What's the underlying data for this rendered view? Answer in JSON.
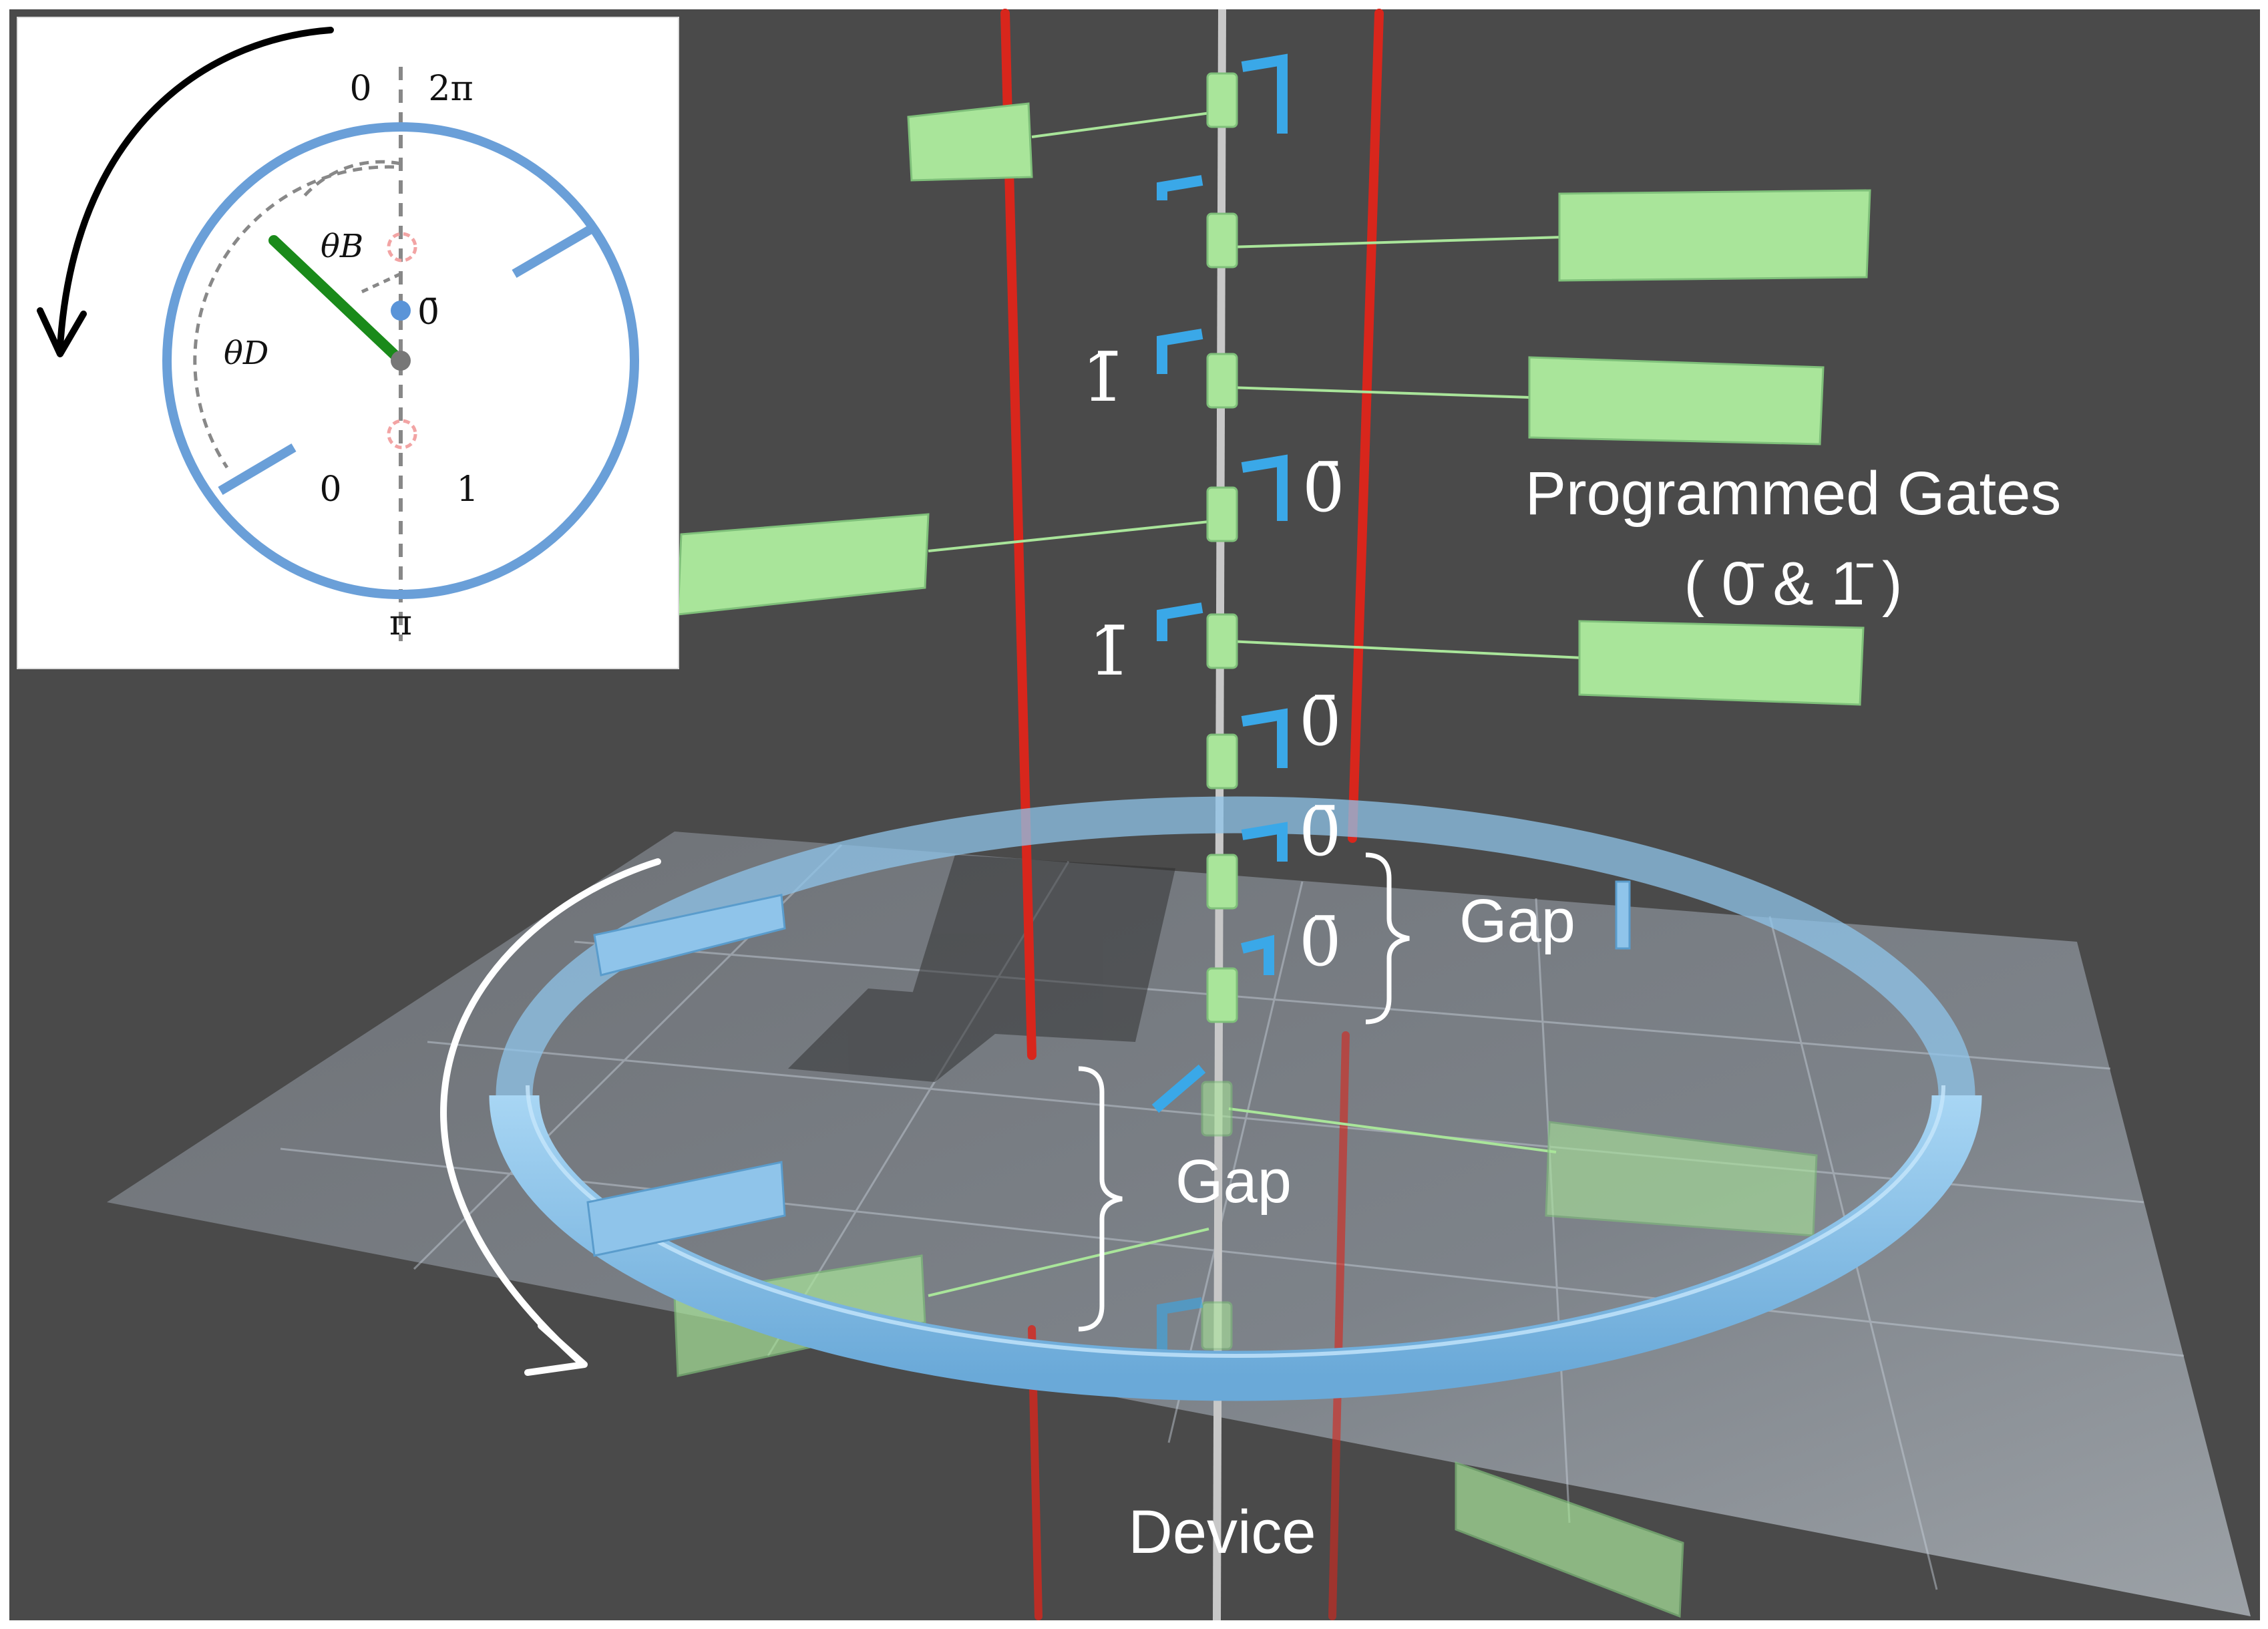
{
  "labels": {
    "programmed_gates_line1": "Programmed Gates",
    "programmed_gates_line2": "( 0̄ & 1̄ )",
    "gap_upper": "Gap",
    "gap_lower": "Gap",
    "device": "Device"
  },
  "gate_labels": [
    "1̄",
    "0̄",
    "1̄",
    "0̄",
    "0̄",
    "0̄"
  ],
  "inset": {
    "top_left": "0",
    "top_right": "2π",
    "bottom": "π",
    "region_left": "0",
    "region_right": "1",
    "center_label": "0̄",
    "theta_b": "θB",
    "theta_d": "θD"
  },
  "colors": {
    "background": "#4a4a4a",
    "ring": "#8fc4ea",
    "gate": "#a9e59a",
    "rod": "#d8261c",
    "bracket": "#3aa8e8",
    "inset_ring": "#6a9fd8",
    "inset_needle": "#1a8a1a"
  }
}
